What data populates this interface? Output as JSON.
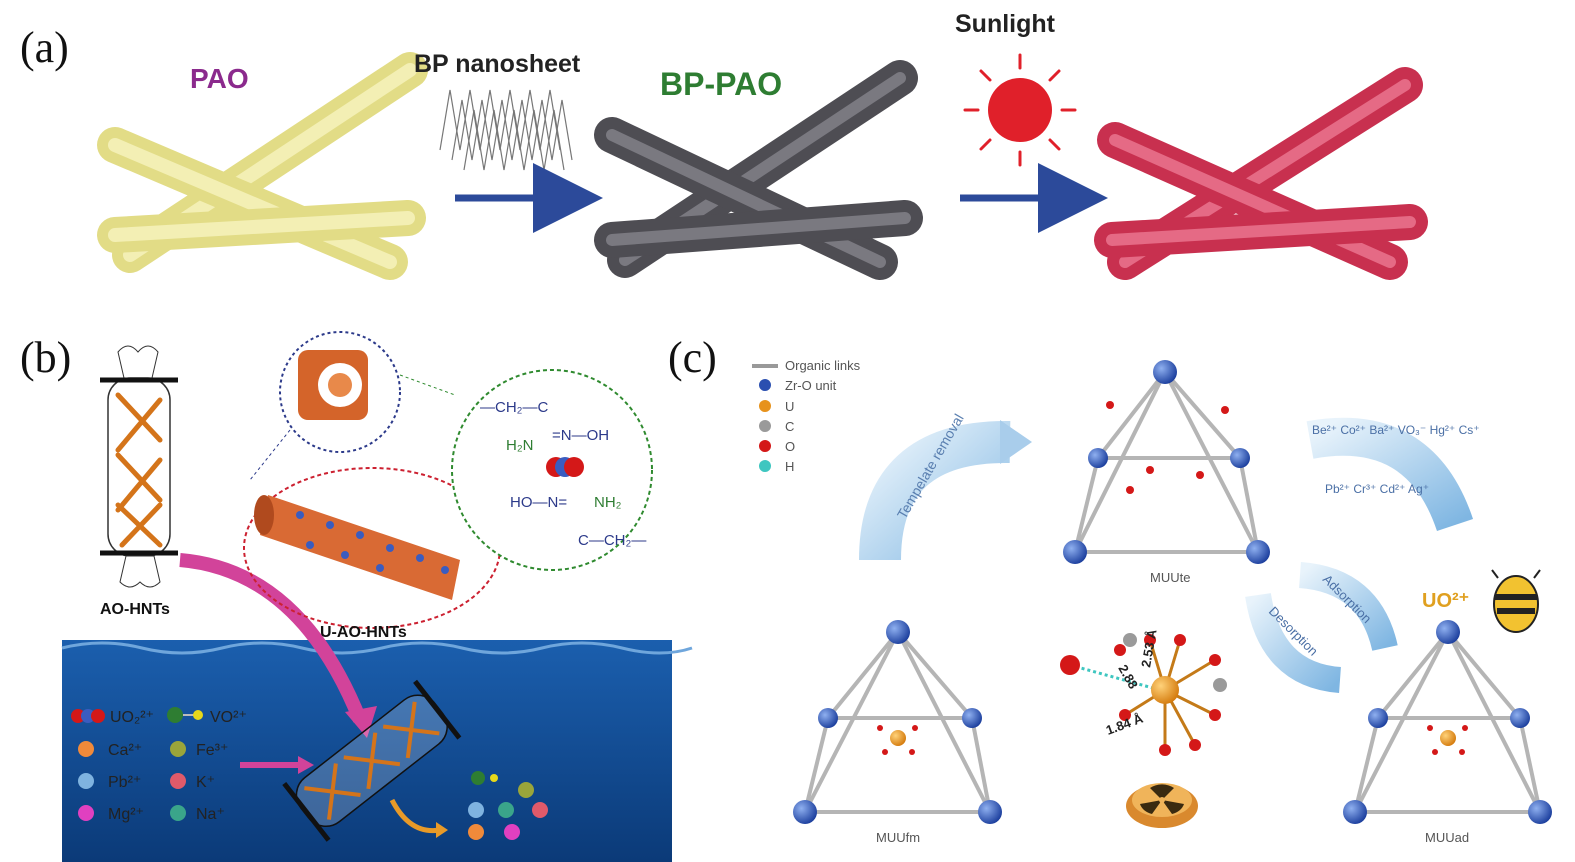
{
  "panel_a": {
    "letter": "(a)",
    "pao_label": "PAO",
    "bp_nanosheet_label": "BP nanosheet",
    "bp_pao_label": "BP-PAO",
    "sunlight_label": "Sunlight",
    "colors": {
      "pao": "#ece79a",
      "bp_pao": "#5b5a60",
      "final": "#d83a5c",
      "pao_text": "#8b2a8d",
      "bppao_text": "#2e7d32",
      "arrow": "#2c4a9a",
      "sun": "#e0202a"
    }
  },
  "panel_b": {
    "letter": "(b)",
    "ao_hnts_label": "AO-HNTs",
    "u_ao_hnts_label": "U-AO-HNTs",
    "chem": {
      "ch2_top": "—CH₂—C",
      "eq_n_oh_top": "=N—OH",
      "h2n_left": "H₂N",
      "ho_n_bottom": "HO—N=",
      "nh2_bottom": "NH₂",
      "c_ch2_bottom": "C—CH₂—"
    },
    "legend": [
      {
        "label": "UO₂²⁺",
        "icon": "uranyl-icon"
      },
      {
        "label": "VO²⁺",
        "icon": "vanadyl-icon"
      },
      {
        "label": "Ca²⁺",
        "color": "#f08a3a"
      },
      {
        "label": "Fe³⁺",
        "color": "#9aa53a"
      },
      {
        "label": "Pb²⁺",
        "color": "#7fb3e0"
      },
      {
        "label": "K⁺",
        "color": "#e05a6a"
      },
      {
        "label": "Mg²⁺",
        "color": "#e040c0"
      },
      {
        "label": "Na⁺",
        "color": "#3aa58a"
      }
    ]
  },
  "panel_c": {
    "letter": "(c)",
    "legend": [
      {
        "label": "Organic links",
        "icon": "organic-link-icon"
      },
      {
        "label": "Zr-O unit",
        "color": "#2a4fb0"
      },
      {
        "label": "U",
        "color": "#e7921c"
      },
      {
        "label": "C",
        "color": "#9a9a9a"
      },
      {
        "label": "O",
        "color": "#d41818"
      },
      {
        "label": "H",
        "color": "#3ec6c0"
      }
    ],
    "template_removal": "Tempelate removal",
    "adsorption": "Adsorption",
    "desorption": "Desorption",
    "ions_line1": "Be²⁺ Co²⁺ Ba²⁺ VO₃⁻ Hg²⁺ Cs⁺",
    "ions_line2": "Pb²⁺ Cr³⁺ Cd²⁺ Ag⁺",
    "uo2": "UO²⁺",
    "muu_te": "MUUte",
    "muu_fm": "MUUfm",
    "muu_ad": "MUUad",
    "dist_253": "2.53 Å",
    "dist_288": "2.88",
    "dist_184": "1.84 Å"
  }
}
